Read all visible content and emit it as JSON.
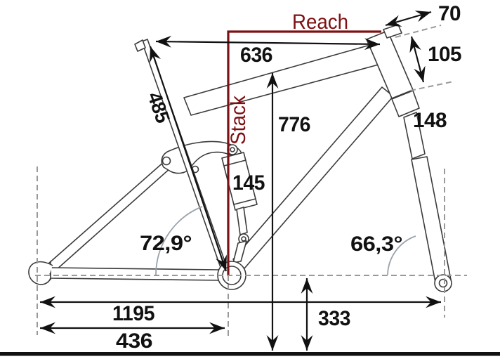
{
  "diagram": {
    "type": "bike-frame-geometry",
    "accent_color": "#7d1012",
    "dimension_color": "#111111",
    "frame_line_color": "#3b3b3b",
    "dashed_guide_color": "#999999",
    "angle_arc_color": "#9aa3ab",
    "measurements": {
      "reach_label": "Reach",
      "stack_label": "Stack",
      "top_tube_length": "636",
      "seat_tube_length": "485",
      "spacer_stack": "70",
      "head_tube_length": "105",
      "fork_segment": "148",
      "standover_height": "776",
      "shock_length": "145",
      "seat_tube_angle": "72,9°",
      "head_tube_angle": "66,3°",
      "wheelbase": "1195",
      "chainstay_length": "436",
      "bb_height": "333"
    }
  }
}
